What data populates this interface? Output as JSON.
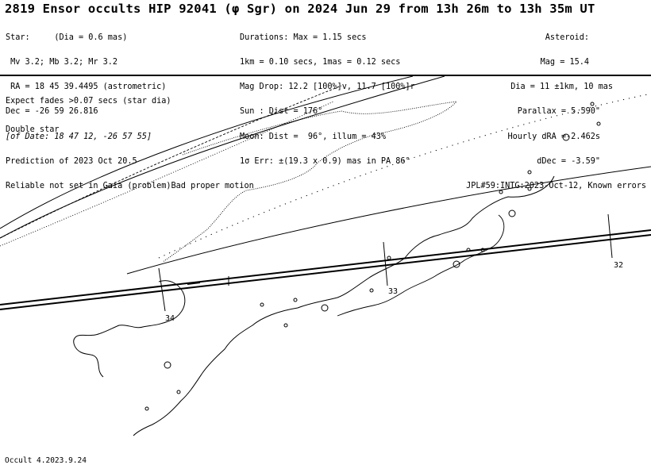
{
  "title": "2819 Ensor occults HIP 92041 (φ Sgr) on 2024 Jun 29 from 13h 26m to 13h 35m UT",
  "star": {
    "line1": "Star:     (Dia = 0.6 mas)",
    "line2": " Mv 3.2; Mb 3.2; Mr 3.2",
    "line3": " RA = 18 45 39.4495 (astrometric)",
    "line4": "Dec = -26 59 26.816",
    "line5": "[of Date: 18 47 12, -26 57 55]",
    "line6": "Prediction of 2023 Oct 20.5",
    "line7": "Reliable not set in Gaia (problem)Bad proper motion"
  },
  "event": {
    "line1": "Durations: Max = 1.15 secs",
    "line2": "1km = 0.10 secs, 1mas = 0.12 secs",
    "line3": "Mag Drop: 12.2 [100%]v, 11.7 [100%]r",
    "line4": "Sun : Dist = 176°",
    "line5": "Moon: Dist =  96°, illum = 43%",
    "line6": "1σ Err: ±(19.3 x 0.9) mas in PA 86°"
  },
  "asteroid": {
    "line1": "Asteroid:",
    "line2": "Mag = 15.4",
    "line3": "Dia = 11 ±1km, 10 mas",
    "line4": "Parallax = 5.590\"",
    "line5": "Hourly dRA =-2.462s",
    "line6": "dDec = -3.59\"",
    "line7": "JPL#59:INTG:2023-Oct-12, Known errors"
  },
  "notes": {
    "line1": "Expect fades >0.07 secs (star dia)",
    "line2": "Double star"
  },
  "path_labels": {
    "t34": "34",
    "t33": "33",
    "t32": "32"
  },
  "footer": "Occult 4.2023.9.24"
}
